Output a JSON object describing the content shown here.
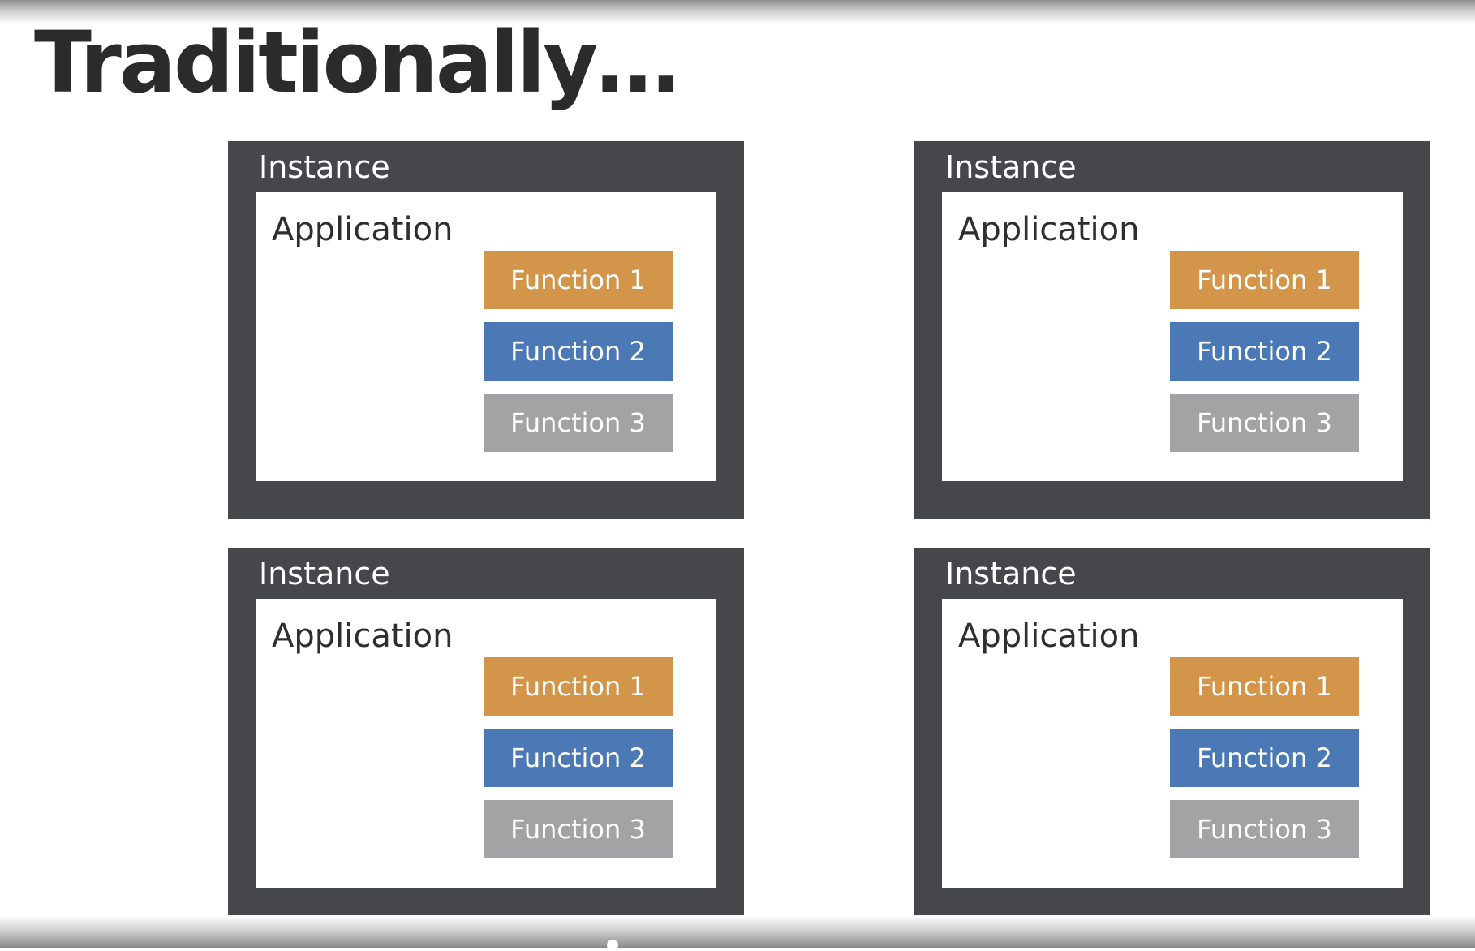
{
  "title": "Traditionally…",
  "instances": [
    {
      "label": "Instance",
      "application": {
        "label": "Application",
        "functions": [
          {
            "label": "Function 1",
            "color": "#d29549"
          },
          {
            "label": "Function 2",
            "color": "#4b79b5"
          },
          {
            "label": "Function 3",
            "color": "#a3a3a5"
          }
        ]
      }
    },
    {
      "label": "Instance",
      "application": {
        "label": "Application",
        "functions": [
          {
            "label": "Function 1",
            "color": "#d29549"
          },
          {
            "label": "Function 2",
            "color": "#4b79b5"
          },
          {
            "label": "Function 3",
            "color": "#a3a3a5"
          }
        ]
      }
    },
    {
      "label": "Instance",
      "application": {
        "label": "Application",
        "functions": [
          {
            "label": "Function 1",
            "color": "#d29549"
          },
          {
            "label": "Function 2",
            "color": "#4b79b5"
          },
          {
            "label": "Function 3",
            "color": "#a3a3a5"
          }
        ]
      }
    },
    {
      "label": "Instance",
      "application": {
        "label": "Application",
        "functions": [
          {
            "label": "Function 1",
            "color": "#d29549"
          },
          {
            "label": "Function 2",
            "color": "#4b79b5"
          },
          {
            "label": "Function 3",
            "color": "#a3a3a5"
          }
        ]
      }
    }
  ],
  "colors": {
    "instance_frame": "#46474b",
    "title_text": "#2b2b2b"
  }
}
